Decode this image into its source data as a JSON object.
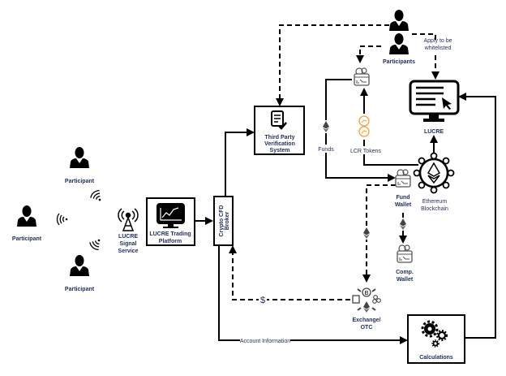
{
  "participants": {
    "top": "Participant",
    "left": "Participant",
    "bottom": "Participant",
    "group": "Participants"
  },
  "signal_service": [
    "LUCRE",
    "Signal",
    "Service"
  ],
  "trading_platform": [
    "LUCRE Trading",
    "Platform"
  ],
  "broker": [
    "Crypto CFD",
    "Broker"
  ],
  "third_party": [
    "Third Party",
    "Verification",
    "System"
  ],
  "lucre": "LUCRE",
  "apply_whitelist": [
    "Apply to be",
    "whitelisted"
  ],
  "funds": "Funds",
  "lcr_tokens": "LCR Tokens",
  "fund_wallet": [
    "Fund",
    "Wallet"
  ],
  "ethereum": [
    "Ethereum",
    "Blockchain"
  ],
  "comp_wallet": [
    "Comp.",
    "Wallet"
  ],
  "exchange": [
    "Exchange/",
    "OTC"
  ],
  "dollar": "$",
  "account_info": "Account Information",
  "calculations": "Calculations",
  "colors": {
    "label": "#1f2d5a",
    "token": "#f0a040",
    "line": "#000000"
  }
}
